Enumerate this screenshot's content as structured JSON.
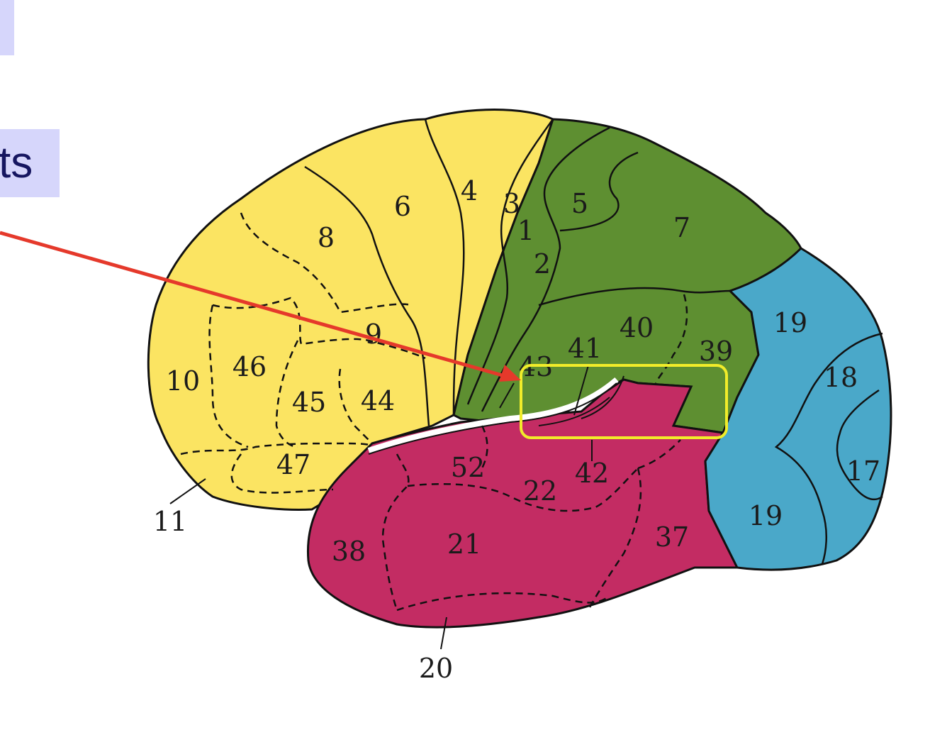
{
  "slide": {
    "top_box_text": "",
    "heading_text": "ts"
  },
  "colors": {
    "frontal": "#fbe462",
    "parietal": "#5e8f31",
    "temporal": "#c32c63",
    "occipital": "#4aa8c9",
    "arrow": "#e5392b",
    "highlight": "#f1ec2a",
    "slide_box": "#d6d6fb",
    "heading_text": "#161660"
  },
  "areas": {
    "a1": "1",
    "a2": "2",
    "a3": "3",
    "a4": "4",
    "a5": "5",
    "a6": "6",
    "a7": "7",
    "a8": "8",
    "a9": "9",
    "a10": "10",
    "a11": "11",
    "a17": "17",
    "a18": "18",
    "a19_upper": "19",
    "a19_lower": "19",
    "a20": "20",
    "a21": "21",
    "a22": "22",
    "a37": "37",
    "a38": "38",
    "a39": "39",
    "a40": "40",
    "a41": "41",
    "a42": "42",
    "a43": "43",
    "a44": "44",
    "a45": "45",
    "a46": "46",
    "a47": "47",
    "a52": "52"
  },
  "annotations": {
    "arrow_target": "auditory-cortex-region",
    "highlight_shape": "rounded-rectangle"
  }
}
